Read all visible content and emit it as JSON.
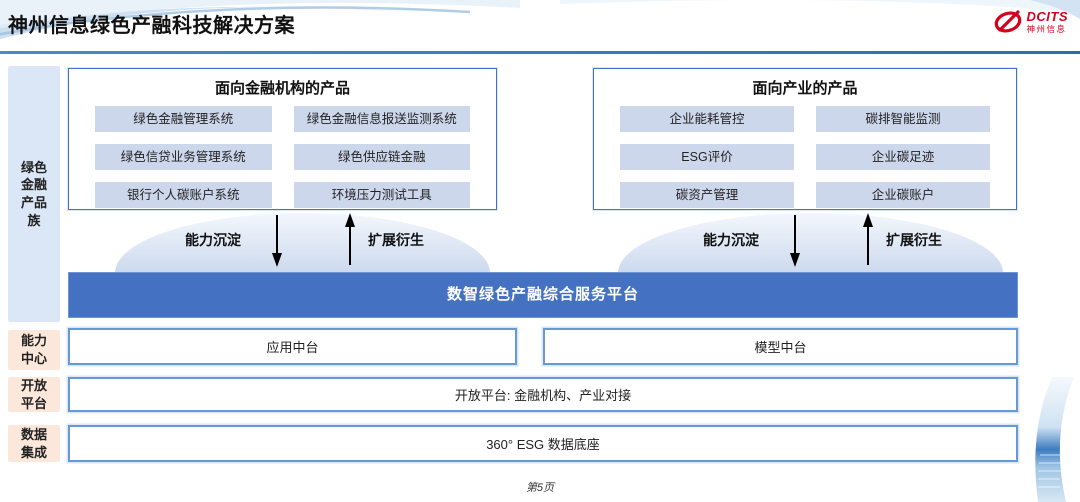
{
  "header": {
    "title": "神州信息绿色产融科技解决方案",
    "logo_brand": "DCITS",
    "logo_sub": "神州信息"
  },
  "sidebar": {
    "product_family": "绿色金融产品族",
    "capability_center": "能力中心",
    "open_platform": "开放平台",
    "data_integration": "数据集成"
  },
  "finance_products": {
    "title": "面向金融机构的产品",
    "items": [
      "绿色金融管理系统",
      "绿色金融信息报送监测系统",
      "绿色信贷业务管理系统",
      "绿色供应链金融",
      "银行个人碳账户系统",
      "环境压力测试工具"
    ]
  },
  "industry_products": {
    "title": "面向产业的产品",
    "items": [
      "企业能耗管控",
      "碳排智能监测",
      "ESG评价",
      "企业碳足迹",
      "碳资产管理",
      "企业碳账户"
    ]
  },
  "flows": [
    {
      "sink": "能力沉淀",
      "derive": "扩展衍生"
    },
    {
      "sink": "能力沉淀",
      "derive": "扩展衍生"
    }
  ],
  "platform": {
    "label": "数智绿色产融综合服务平台"
  },
  "middle_row": {
    "app": "应用中台",
    "model": "模型中台"
  },
  "open_row": {
    "label": "开放平台: 金融机构、产业对接"
  },
  "data_row": {
    "label": "360° ESG 数据底座"
  },
  "footer": {
    "page": "第5页"
  },
  "colors": {
    "accent_blue": "#2e74b5",
    "platform_blue": "#4471c1",
    "chip_bg": "#cdd7ec",
    "sidebar_blue_bg": "#dbe7f7",
    "sidebar_peach_bg": "#fce8db",
    "box_border": "#4472c4",
    "row_border": "#6699d6",
    "logo_red": "#d6001c"
  }
}
